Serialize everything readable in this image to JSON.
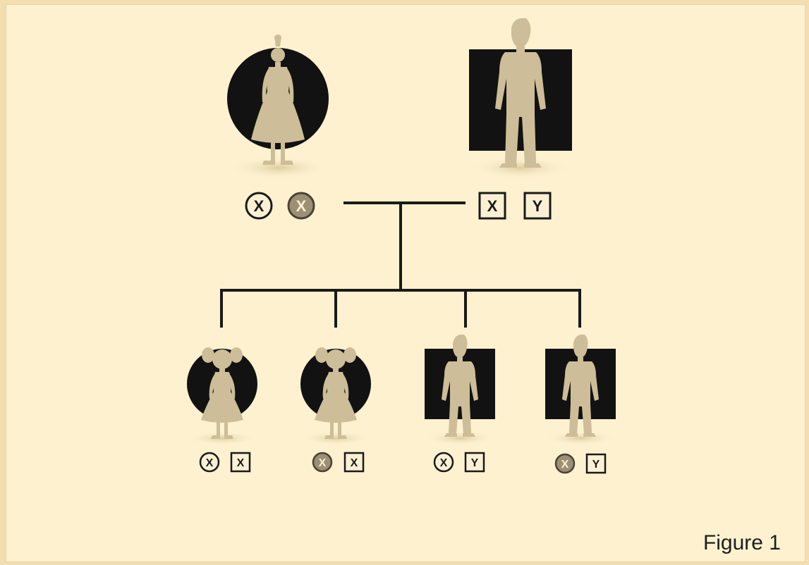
{
  "caption": "Figure 1",
  "colors": {
    "background": "#fdf1cf",
    "figure": "#cdbd98",
    "dark": "#121212",
    "carrier_chromosome": "#9c8f73"
  },
  "mother": {
    "chromosomes": [
      "X",
      "X"
    ]
  },
  "father": {
    "chromosomes": [
      "X",
      "Y"
    ]
  },
  "children": [
    {
      "sex": "female",
      "chromosomes": [
        "X",
        "X"
      ]
    },
    {
      "sex": "female",
      "chromosomes": [
        "X",
        "X"
      ]
    },
    {
      "sex": "male",
      "chromosomes": [
        "X",
        "Y"
      ]
    },
    {
      "sex": "male",
      "chromosomes": [
        "X",
        "Y"
      ]
    }
  ]
}
